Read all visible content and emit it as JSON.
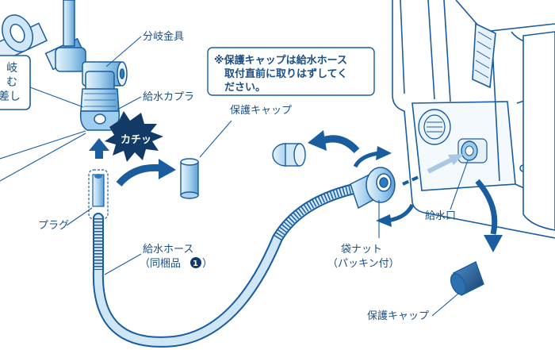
{
  "colors": {
    "line": "#1a5d9e",
    "fill_light": "#cfe6f6",
    "fill_mid": "#8ec5ea",
    "fill_dark": "#2e7cc0",
    "arrow": "#2470b8",
    "badge": "#123a66",
    "note_border": "#1a5d9e",
    "text": "#1a4f86"
  },
  "labels": {
    "branch_fitting": "分岐金具",
    "water_coupler": "給水カプラ",
    "click_sound": "カチッ",
    "protective_cap_top": "保護キャップ",
    "plug": "プラグ",
    "hose_line1": "給水ホース",
    "hose_line2": "（同梱品",
    "hose_badge": "1",
    "hose_close": "）",
    "bag_nut_line1": "袋ナット",
    "bag_nut_line2": "（パッキン付）",
    "water_inlet": "給水口",
    "protective_cap_bottom": "保護キャップ",
    "left_box_line1": "岐",
    "left_box_line2": "む",
    "left_box_line3": "差し"
  },
  "note": {
    "line1": "※保護キャップは給水ホース",
    "line2": "取付直前に取りはずしてく",
    "line3": "ださい。"
  }
}
